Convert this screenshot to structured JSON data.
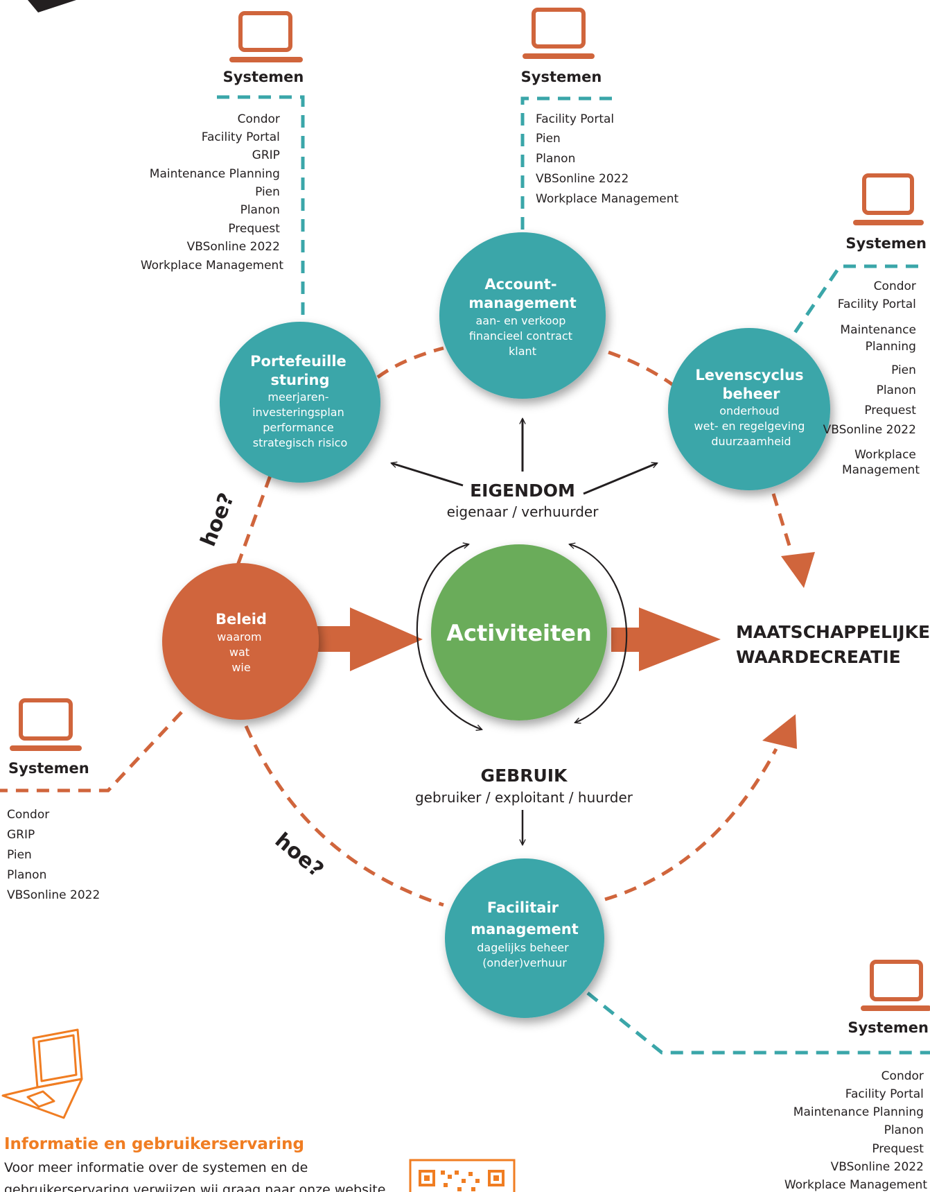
{
  "colors": {
    "teal": "#3aa6a9",
    "orange": "#d0653c",
    "green": "#6aac5a",
    "info_orange": "#f07d22",
    "text": "#231f20"
  },
  "systems_label": "Systemen",
  "systems": {
    "portfolio": [
      "Condor",
      "Facility Portal",
      "GRIP",
      "Maintenance Planning",
      "Pien",
      "Planon",
      "Prequest",
      "VBSonline 2022",
      "Workplace Management"
    ],
    "account": [
      "Facility Portal",
      "Pien",
      "Planon",
      "VBSonline 2022",
      "Workplace Management"
    ],
    "lifecycle": [
      "Condor",
      "Facility Portal",
      "Maintenance",
      "Planning",
      "Pien",
      "Planon",
      "Prequest",
      "VBSonline 2022",
      "Workplace",
      "Management"
    ],
    "policy": [
      "Condor",
      "GRIP",
      "Pien",
      "Planon",
      "VBSonline 2022"
    ],
    "facility": [
      "Condor",
      "Facility Portal",
      "Maintenance Planning",
      "Planon",
      "Prequest",
      "VBSonline 2022",
      "Workplace  Management"
    ]
  },
  "nodes": {
    "portfolio": {
      "title": [
        "Portefeuille",
        "sturing"
      ],
      "lines": [
        "meerjaren-",
        "investeringsplan",
        "performance",
        "strategisch risico"
      ]
    },
    "account": {
      "title": [
        "Account-",
        "management"
      ],
      "lines": [
        "aan- en verkoop",
        "financieel contract",
        "klant"
      ]
    },
    "lifecycle": {
      "title": [
        "Levenscyclus",
        "beheer"
      ],
      "lines": [
        "onderhoud",
        "wet- en regelgeving",
        "duurzaamheid"
      ]
    },
    "policy": {
      "title": [
        "Beleid"
      ],
      "lines": [
        "waarom",
        "wat",
        "wie"
      ]
    },
    "activities": {
      "title": [
        "Activiteiten"
      ]
    },
    "facility": {
      "title": [
        "Facilitair",
        "management"
      ],
      "lines": [
        "dagelijks beheer",
        "(onder)verhuur"
      ]
    }
  },
  "ownership": {
    "title": "EIGENDOM",
    "roles": "eigenaar / verhuurder"
  },
  "usage": {
    "title": "GEBRUIK",
    "roles": "gebruiker / exploitant / huurder"
  },
  "outcome": [
    "MAATSCHAPPELIJKE",
    "WAARDECREATIE"
  ],
  "hoe_label": "hoe?",
  "info": {
    "title": "Informatie en gebruikerservaring",
    "lines": [
      "Voor meer informatie over de systemen en de",
      "gebruikerservaring verwijzen wij graag naar onze website"
    ]
  }
}
